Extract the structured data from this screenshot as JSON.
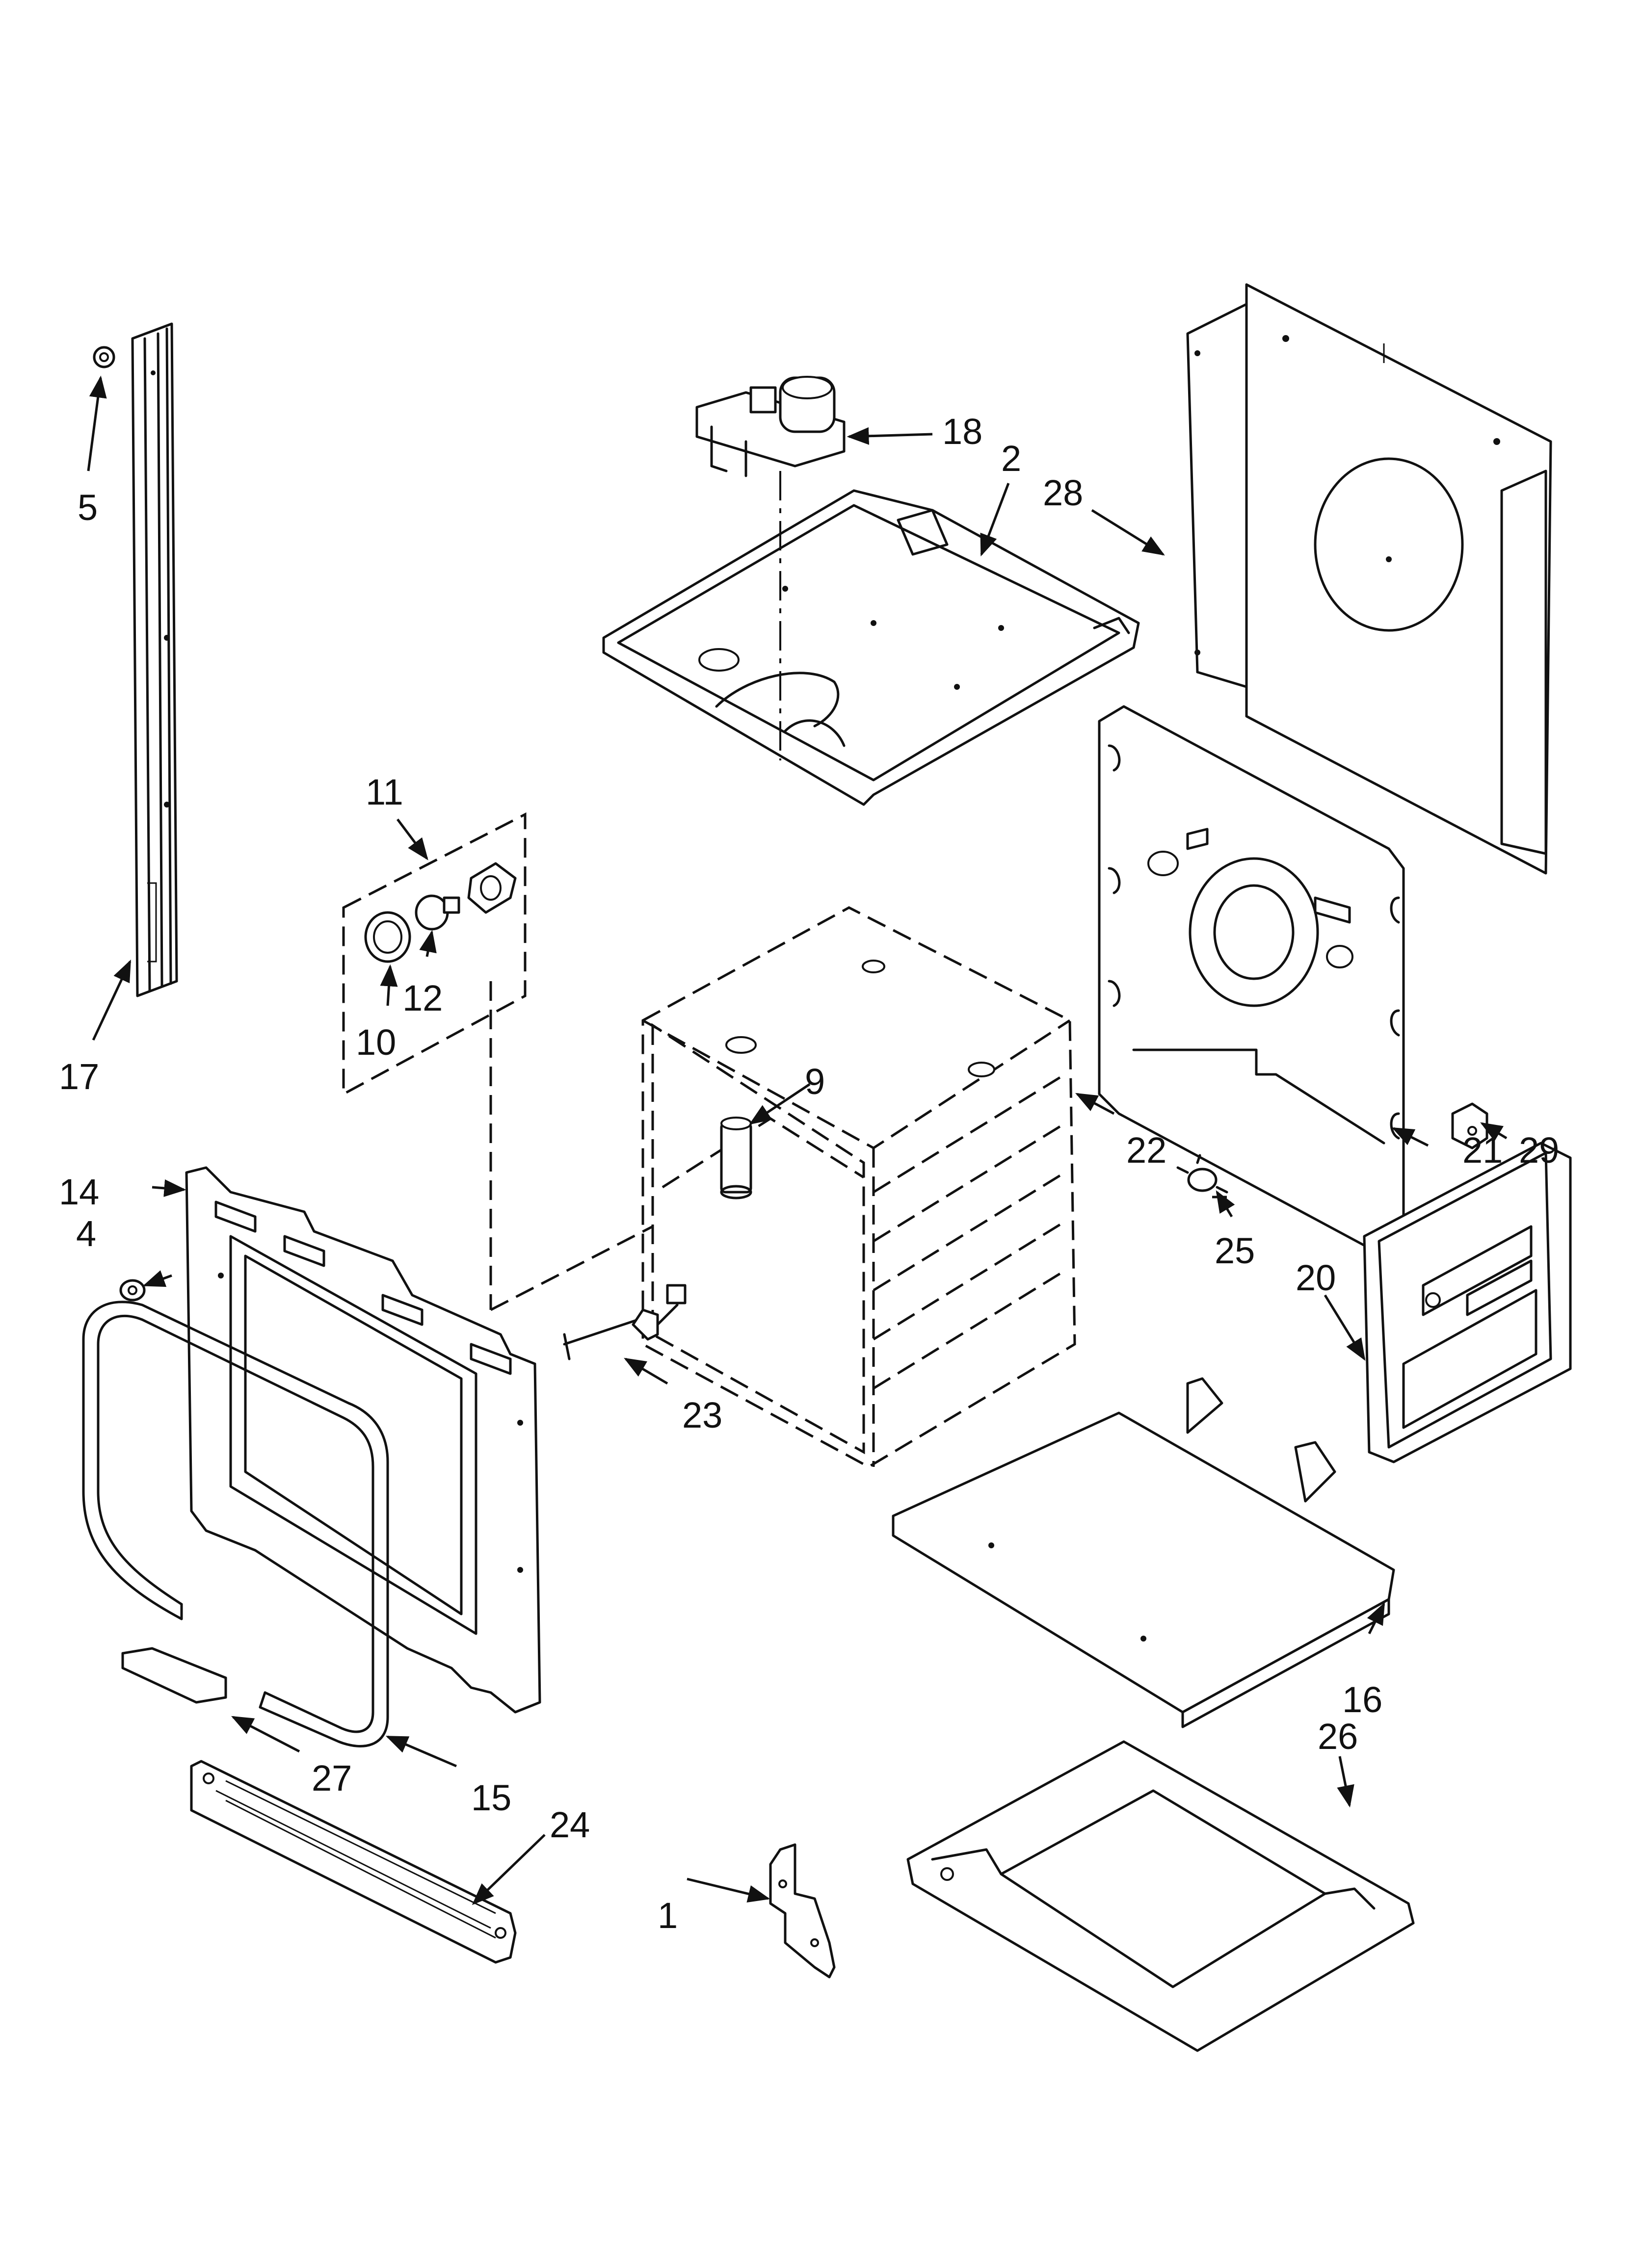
{
  "callouts": {
    "c1": "1",
    "c2": "2",
    "c4": "4",
    "c5": "5",
    "c9": "9",
    "c10": "10",
    "c11": "11",
    "c12": "12",
    "c14": "14",
    "c15": "15",
    "c16": "16",
    "c17": "17",
    "c18": "18",
    "c20": "20",
    "c21": "21",
    "c22": "22",
    "c23": "23",
    "c24": "24",
    "c25": "25",
    "c26": "26",
    "c27": "27",
    "c28": "28",
    "c29": "29"
  }
}
